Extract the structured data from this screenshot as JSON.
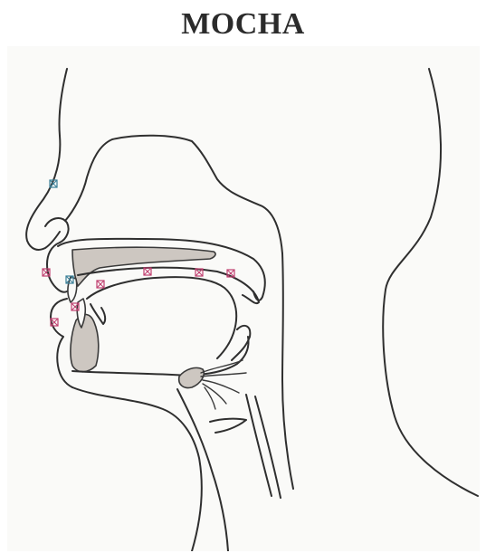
{
  "title": "MOCHA",
  "colors": {
    "background": "#ffffff",
    "panel": "#fafaf8",
    "outline": "#2f2f2f",
    "bone_fill": "#cdc7c1",
    "sensor_pink": "#c04070",
    "sensor_blue": "#3a7f98"
  },
  "sensors": [
    {
      "id": "nose-reference",
      "color": "sensor_blue"
    },
    {
      "id": "upper-lip",
      "color": "sensor_pink"
    },
    {
      "id": "upper-incisor",
      "color": "sensor_blue"
    },
    {
      "id": "tongue-tip",
      "color": "sensor_pink"
    },
    {
      "id": "tongue-blade",
      "color": "sensor_pink"
    },
    {
      "id": "tongue-body",
      "color": "sensor_pink"
    },
    {
      "id": "tongue-dorsum",
      "color": "sensor_pink"
    },
    {
      "id": "lower-incisor",
      "color": "sensor_pink"
    },
    {
      "id": "lower-lip",
      "color": "sensor_pink"
    }
  ]
}
